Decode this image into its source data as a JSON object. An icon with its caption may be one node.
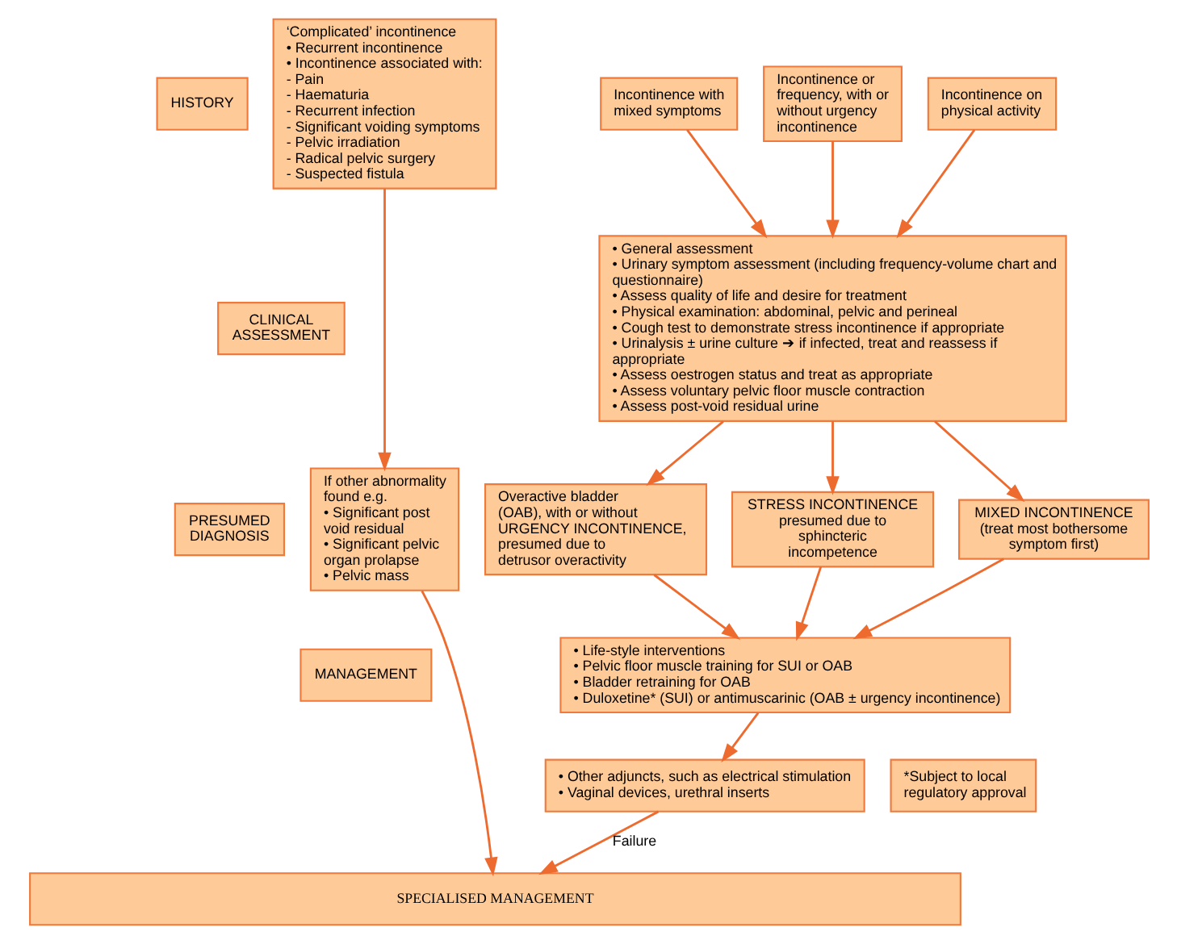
{
  "diagram": {
    "nodes": [
      {
        "text": [
          "HISTORY"
        ]
      },
      {
        "text": [
          "CLINICAL ASSESSMENT"
        ]
      },
      {
        "text": [
          "PRESUMED DIAGNOSIS"
        ]
      },
      {
        "text": [
          "MANAGEMENT"
        ]
      },
      {
        "text": [
          "Incontinence on physical activity"
        ]
      },
      {
        "text": [
          "Incontinence with mixed symptoms"
        ]
      },
      {
        "text": [
          "Incontinence or frequency, with or without urgency incontinence"
        ]
      },
      {
        "text": [
          "‘Complicated’ incontinence",
          "• Recurrent incontinence",
          "• Incontinence associated with:",
          "- Pain",
          "- Haematuria",
          "- Recurrent infection",
          "- Significant voiding symptoms",
          "- Pelvic irradiation",
          "- Radical pelvic surgery",
          "- Suspected fistula"
        ]
      },
      {
        "text": [
          "• General assessment",
          "• Urinary symptom assessment (including frequency-volume chart and questionnaire)",
          "• Assess quality of life and desire for treatment",
          "• Physical examination: abdominal, pelvic and perineal",
          "• Cough test to demonstrate stress incontinence if appropriate",
          "• Urinalysis ± urine culture ➔ if infected, treat and reassess if appropriate",
          "• Assess oestrogen status and treat as appropriate",
          "• Assess voluntary pelvic floor muscle contraction",
          "• Assess post-void residual urine"
        ]
      },
      {
        "text": [
          "STRESS INCONTINENCE presumed due to sphincteric incompetence"
        ]
      },
      {
        "text": [
          "MIXED INCONTINENCE (treat most bothersome symptom first)"
        ]
      },
      {
        "text": [
          "Overactive bladder (OAB), with or without URGENCY INCONTINENCE, presumed due to detrusor overactivity"
        ]
      },
      {
        "text": [
          "If other abnormality found e.g.",
          "• Significant post void residual",
          "• Significant pelvic organ prolapse",
          "• Pelvic mass"
        ]
      },
      {
        "text": [
          "• Life-style interventions",
          "• Pelvic floor muscle training for SUI or OAB",
          "• Bladder retraining for OAB",
          "• Duloxetine* (SUI) or antimuscarinic (OAB ± urgency incontinence)"
        ]
      },
      {
        "text": [
          "*Subject to local regulatory approval"
        ]
      },
      {
        "text": [
          "• Other adjuncts, such as electrical stimulation",
          "• Vaginal devices, urethral inserts"
        ]
      },
      {
        "text": [
          "SPECIALISED MANAGEMENT"
        ]
      }
    ],
    "edges": [
      {
        "from": 4,
        "to": 8,
        "arrow": "to"
      },
      {
        "from": 5,
        "to": 8,
        "arrow": "to"
      },
      {
        "from": 6,
        "to": 8,
        "arrow": "to"
      },
      {
        "from": 8,
        "to": 9,
        "arrow": "to"
      },
      {
        "from": 8,
        "to": 10,
        "arrow": "to"
      },
      {
        "from": 8,
        "to": 11,
        "arrow": "to"
      },
      {
        "from": 7,
        "to": 12,
        "arrow": "to"
      },
      {
        "from": 9,
        "to": 13,
        "arrow": "to"
      },
      {
        "from": 10,
        "to": 13,
        "arrow": "to"
      },
      {
        "from": 11,
        "to": 13,
        "arrow": "to"
      },
      {
        "from": 13,
        "to": 15,
        "arrow": "to"
      },
      {
        "from": 15,
        "to": 16,
        "arrow": "to",
        "label": "Failure"
      },
      {
        "from": 12,
        "to": 16,
        "arrow": "to"
      }
    ]
  }
}
